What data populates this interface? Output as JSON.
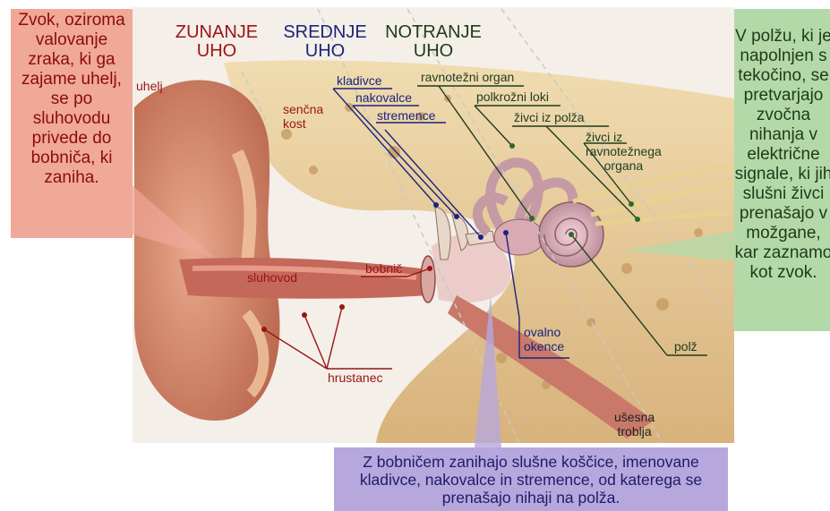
{
  "notes": {
    "outer": "Zvok, oziroma valovanje zraka, ki ga zajame uhelj, se po sluhovodu privede do bobniča, ki zaniha.",
    "inner": "V polžu, ki je napolnjen s tekočino, se pretvarjajo zvočna nihanja v električne signale, ki jih slušni živci prenašajo v možgane, kar zaznamo kot zvok.",
    "middle": "Z bobničem zanihajo slušne koščice, imenovane kladivce, nakovalce in stremence, od katerega se prenašajo nihaji na polža."
  },
  "headings": {
    "outer": [
      "ZUNANJE",
      "UHO"
    ],
    "middle": [
      "SREDNJE",
      "UHO"
    ],
    "inner": [
      "NOTRANJE",
      "UHO"
    ]
  },
  "labels": {
    "uhelj": "uhelj",
    "sencna_kost": [
      "senčna",
      "kost"
    ],
    "sluhovod": "sluhovod",
    "bobnic": "bobnič",
    "hrustanec": "hrustanec",
    "kladivce": "kladivce",
    "nakovalce": "nakovalce",
    "stremence": "stremence",
    "ravnotezni_organ": "ravnotežni organ",
    "polkrozni_loki": "polkrožni loki",
    "zivci_polza": "živci iz polža",
    "zivci_ravnotezja": [
      "živci iz",
      "ravnotežnega",
      "organa"
    ],
    "ovalno_okence": [
      "ovalno",
      "okence"
    ],
    "polz": "polž",
    "usesna_troblja": [
      "ušesna",
      "troblja"
    ]
  },
  "colors": {
    "outer_ear": "#9a1414",
    "middle_ear": "#1a237e",
    "inner_ear": "#1d3c1d"
  }
}
